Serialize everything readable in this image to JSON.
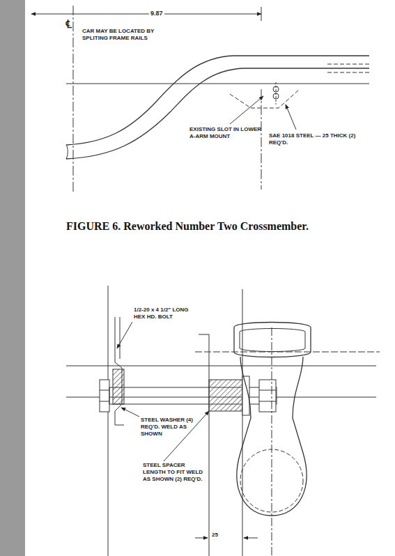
{
  "diagram": {
    "caption": "FIGURE 6. Reworked Number Two Crossmember.",
    "labels": [
      "9.87",
      "℄",
      "CAR MAY BE LOCATED BY SPLITING FRAME RAILS",
      "EXISTING SLOT IN LOWER A-ARM MOUNT",
      "SAE 1018 STEEL — 25 THICK (2) REQ'D.",
      "1/2-20 x 4 1/2\" LONG HEX HD. BOLT",
      "STEEL WASHER (4) REQ'D. WELD AS SHOWN",
      "STEEL SPACER LENGTH TO FIT WELD AS SHOWN (2) REQ'D.",
      "25"
    ]
  }
}
